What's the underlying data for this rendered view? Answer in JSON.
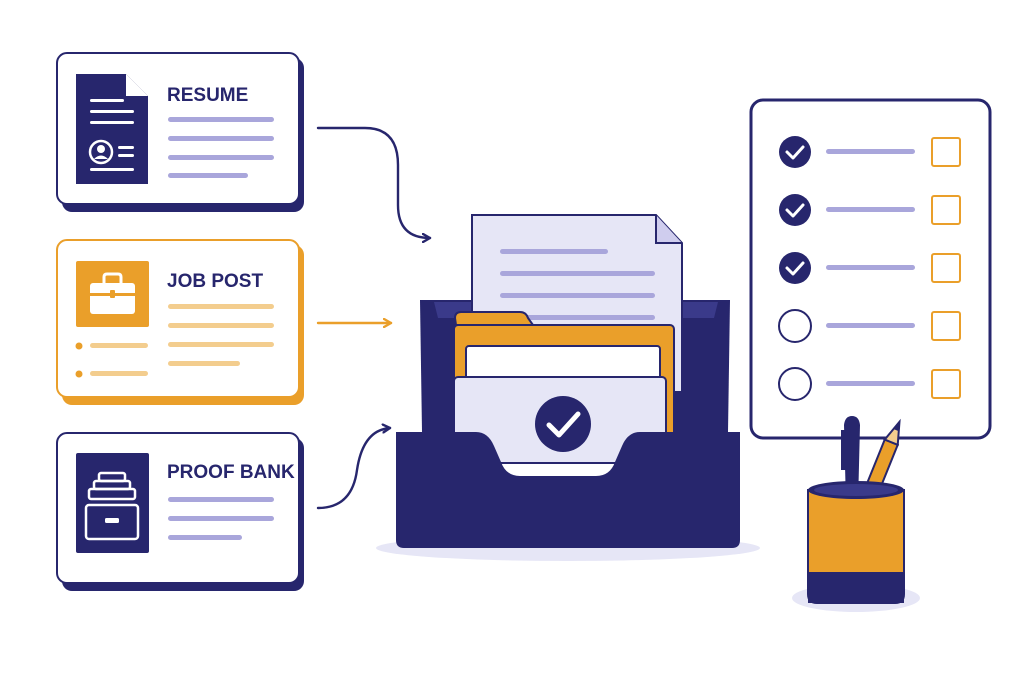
{
  "colors": {
    "navy": "#27266d",
    "orange": "#ea9f2a",
    "lavender": "#a9a6db",
    "light_lavender": "#e6e6f6",
    "light_orange": "#f3cd8e",
    "white": "#ffffff"
  },
  "cards": [
    {
      "id": "resume",
      "title": "RESUME",
      "icon": "resume-document-icon",
      "accent": "navy"
    },
    {
      "id": "job-post",
      "title": "JOB POST",
      "icon": "briefcase-icon",
      "accent": "orange"
    },
    {
      "id": "proof-bank",
      "title": "PROOF BANK",
      "icon": "file-cabinet-icon",
      "accent": "navy"
    }
  ],
  "checklist": {
    "items": [
      {
        "done": true
      },
      {
        "done": true
      },
      {
        "done": true
      },
      {
        "done": false
      },
      {
        "done": false
      }
    ]
  },
  "icons": {
    "tray": "document-tray-icon",
    "approve": "checkmark-badge-icon",
    "pencil_cup": "pencil-cup-icon"
  }
}
